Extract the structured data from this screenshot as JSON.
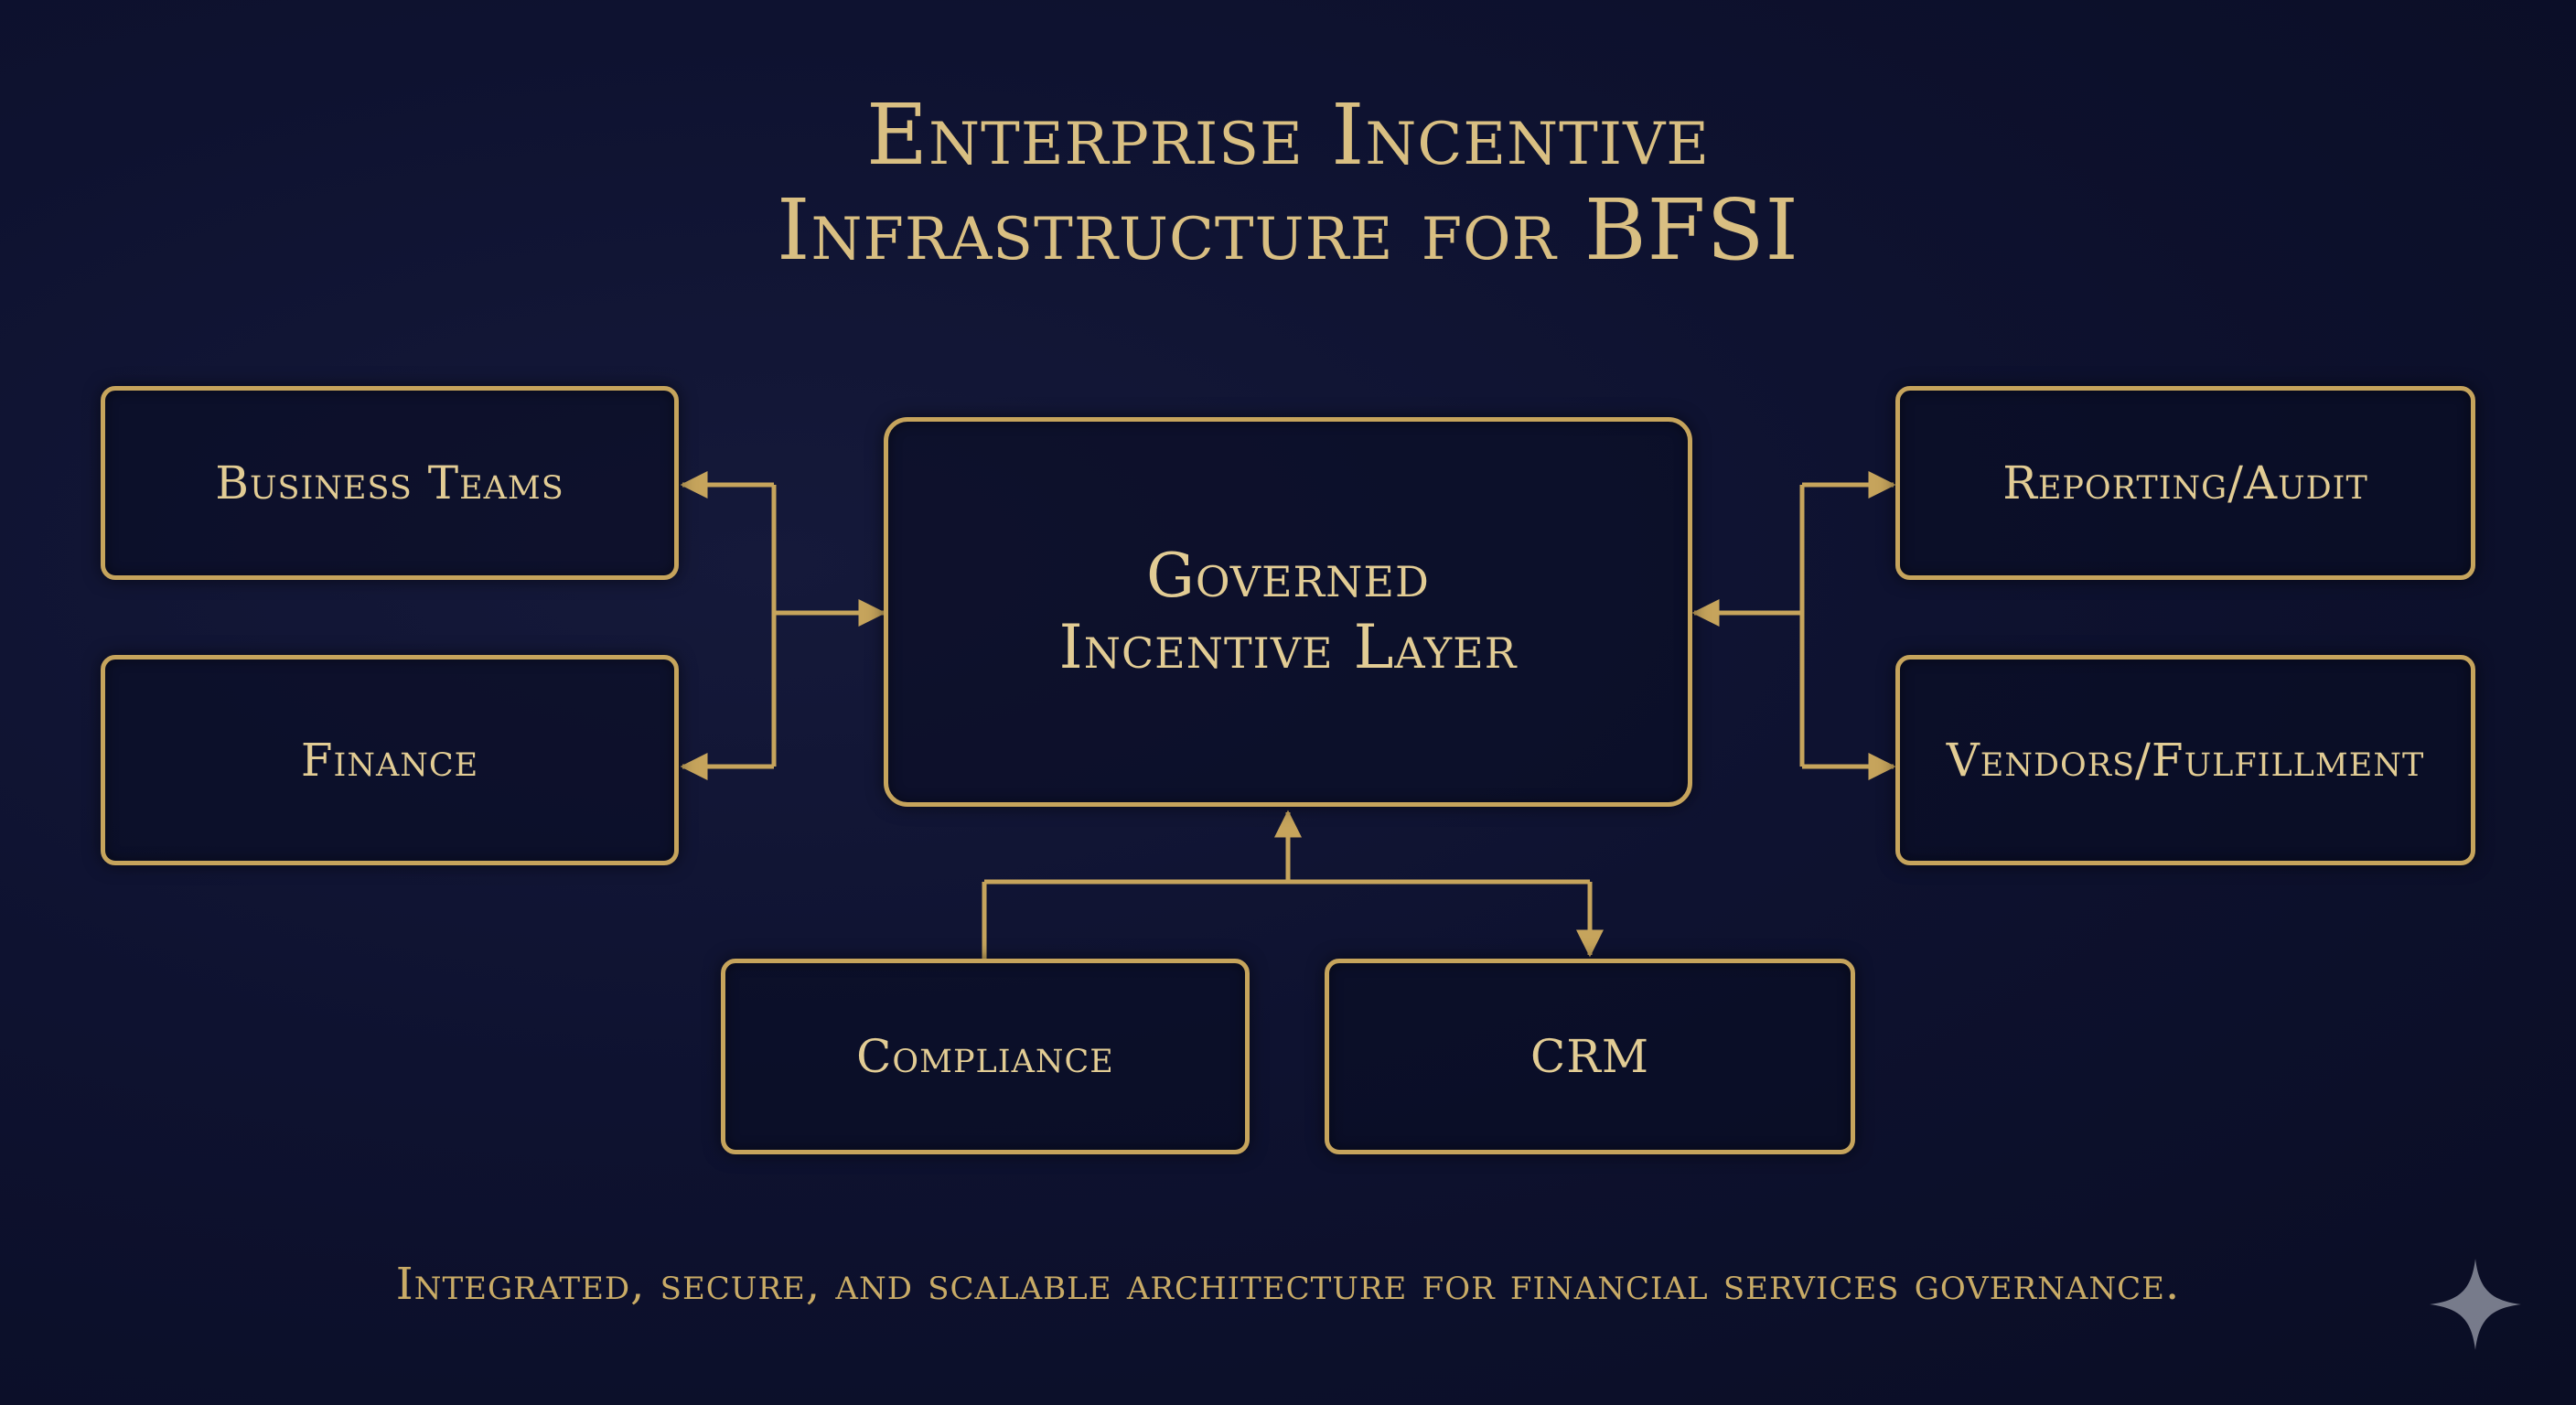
{
  "title": {
    "line1": "Enterprise Incentive",
    "line2": "Infrastructure for BFSI"
  },
  "center": {
    "line1": "Governed",
    "line2": "Incentive Layer"
  },
  "nodes": {
    "business_teams": "Business Teams",
    "finance": "Finance",
    "reporting_audit": "Reporting/Audit",
    "vendors_fulfillment": "Vendors/Fulfillment",
    "compliance": "Compliance",
    "crm": "CRM"
  },
  "footer": "Integrated, secure, and scalable architecture for financial services governance.",
  "colors": {
    "background": "#0e1230",
    "gold": "#c6a45c",
    "text": "#e2cc94"
  },
  "icons": {
    "watermark": "sparkle-icon"
  }
}
